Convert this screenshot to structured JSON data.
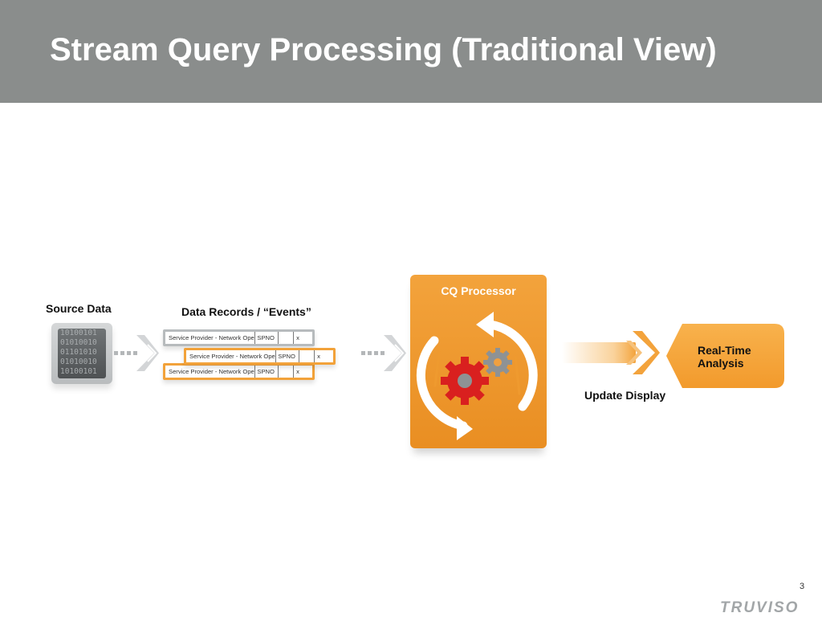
{
  "slide": {
    "title": "Stream Query Processing (Traditional View)",
    "page_number": "3",
    "logo": "TRUVISO"
  },
  "diagram": {
    "source_data": {
      "label": "Source Data",
      "binary_lines": [
        "10100101",
        "01010010",
        "01101010",
        "01010010",
        "10100101"
      ]
    },
    "data_records": {
      "label": "Data Records / “Events”",
      "rows": [
        {
          "name": "Service Provider - Network Operations",
          "code": "SPNO",
          "blank": "",
          "mark": "x"
        },
        {
          "name": "Service Provider - Network Operations",
          "code": "SPNO",
          "blank": "",
          "mark": "x"
        },
        {
          "name": "Service Provider - Network Operations",
          "code": "SPNO",
          "blank": "",
          "mark": "x"
        }
      ]
    },
    "processor": {
      "label": "CQ Processor",
      "gear_colors": {
        "large": "#d9201f",
        "small": "#8e9294"
      }
    },
    "output": {
      "edge_label": "Update Display",
      "target_label_line1": "Real-Time",
      "target_label_line2": "Analysis"
    },
    "colors": {
      "accent": "#f2a23a",
      "header": "#8a8d8c",
      "arrow_gray": "#c3c6c8"
    }
  }
}
